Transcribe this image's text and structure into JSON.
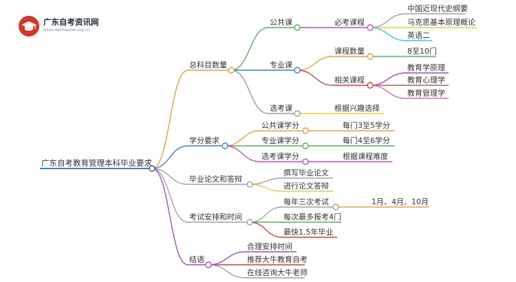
{
  "brand": {
    "title": "广东自考资讯网",
    "subtitle": "zikao.danluexiao.org.cn"
  },
  "mindmap": {
    "root": "广东自考教育管理本科毕业要求",
    "branches": [
      {
        "label": "总科目数量",
        "color": "#f39c3c",
        "children": [
          {
            "label": "公共课",
            "color": "#52b35e",
            "children": [
              {
                "label": "必考课程",
                "color": "#c44fc4",
                "children": [
                  {
                    "label": "中国近现代史纲要",
                    "color": "#a0a0a0"
                  },
                  {
                    "label": "马克思基本原理概论",
                    "color": "#e8cf3a"
                  },
                  {
                    "label": "英语二",
                    "color": "#3cc7d6"
                  }
                ]
              }
            ]
          },
          {
            "label": "专业课",
            "color": "#3a7fd6",
            "children": [
              {
                "label": "课程数量",
                "color": "#f39c3c",
                "children": [
                  {
                    "label": "8至10门",
                    "color": "#52b35e"
                  }
                ]
              },
              {
                "label": "相关课程",
                "color": "#d83a3a",
                "children": [
                  {
                    "label": "教育学原理",
                    "color": "#9a4fd0"
                  },
                  {
                    "label": "教育心理学",
                    "color": "#a06a4a"
                  },
                  {
                    "label": "教育管理学",
                    "color": "#e06ab4"
                  }
                ]
              }
            ]
          },
          {
            "label": "选考课",
            "color": "#9a9a9a",
            "children": [
              {
                "label": "根据兴趣选择",
                "color": "#e8cf3a"
              }
            ]
          }
        ]
      },
      {
        "label": "学分要求",
        "color": "#3a7fd6",
        "children": [
          {
            "label": "公共课学分",
            "color": "#f39c3c",
            "children": [
              {
                "label": "每门3至5学分",
                "color": "#f39c3c"
              }
            ]
          },
          {
            "label": "专业课学分",
            "color": "#52b35e",
            "children": [
              {
                "label": "每门4至6学分",
                "color": "#52b35e"
              }
            ]
          },
          {
            "label": "选考课学分",
            "color": "#c44fc4",
            "children": [
              {
                "label": "根据课程难度",
                "color": "#c44fc4"
              }
            ]
          }
        ]
      },
      {
        "label": "毕业论文和答辩",
        "color": "#a0a0a0",
        "children": [
          {
            "label": "撰写毕业论文",
            "color": "#a0a0a0"
          },
          {
            "label": "进行论文答辩",
            "color": "#e8cf3a"
          }
        ]
      },
      {
        "label": "考试安排和时间",
        "color": "#a0a0a0",
        "children": [
          {
            "label": "每年三次考试",
            "color": "#a0a0a0",
            "children": [
              {
                "label": "1月、4月、10月",
                "color": "#f39c3c"
              }
            ]
          },
          {
            "label": "每次最多报考4门",
            "color": "#52b35e"
          },
          {
            "label": "最快1.5年毕业",
            "color": "#d83a3a"
          }
        ]
      },
      {
        "label": "结语",
        "color": "#9a4fd0",
        "children": [
          {
            "label": "合理安排时间",
            "color": "#9a4fd0"
          },
          {
            "label": "推荐大牛教育自考",
            "color": "#d83a3a"
          },
          {
            "label": "在线咨询大牛老师",
            "color": "#a0a0a0"
          }
        ]
      }
    ]
  }
}
